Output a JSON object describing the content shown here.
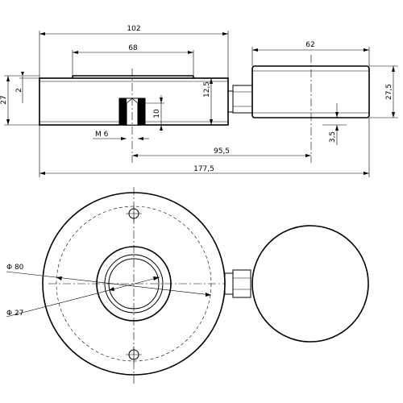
{
  "drawing": {
    "dimensions": {
      "total_width": "102",
      "top_recess": "68",
      "side_unit_width": "62",
      "height_total": "27",
      "recess_depth": "2",
      "thread_depth": "12,5",
      "thread_short": "10",
      "unit_height": "27,5",
      "unit_offset": "3,5",
      "thread_label": "M 6",
      "center_to_unit": "95,5",
      "overall_length": "177,5",
      "outer_diameter": "Φ 80",
      "inner_diameter": "Φ 27"
    }
  }
}
